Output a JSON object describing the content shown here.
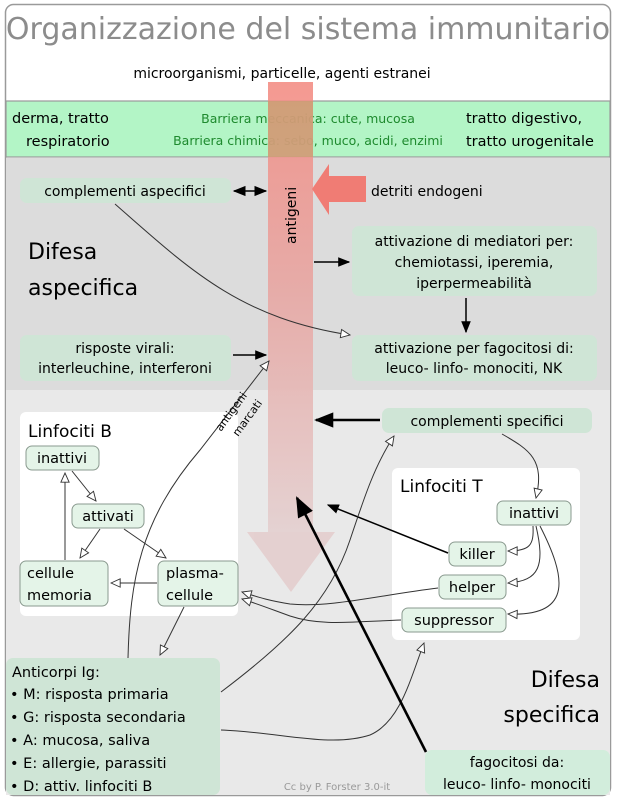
{
  "title": "Organizzazione del sistema immunitario",
  "top_label": "microorganismi, particelle, agenti estranei",
  "barrier": {
    "left_lines": [
      "derma, tratto",
      "respiratorio"
    ],
    "center_lines": [
      "Barriera meccanica: cute, mucosa",
      "Barriera chimica: sebo, muco, acidi, enzimi"
    ],
    "right_lines": [
      "tratto digestivo,",
      "tratto urogenitale"
    ]
  },
  "antigen_arrow_label": "antigeni",
  "debris_label": "detriti endogeni",
  "aspecific": {
    "heading_lines": [
      "Difesa",
      "aspecifica"
    ],
    "complement_label": "complementi aspecifici",
    "viral_lines": [
      "risposte virali:",
      "interleuchine, interferoni"
    ],
    "mediators_lines": [
      "attivazione di mediatori per:",
      "chemiotassi, iperemia,",
      "iperpermeabilità"
    ],
    "phagocytosis_lines": [
      "attivazione per fagocitosi di:",
      "leuco- linfo- monociti, NK"
    ]
  },
  "specific": {
    "heading_lines": [
      "Difesa",
      "specifica"
    ],
    "marked_antigens_lines": [
      "antigeni",
      "marcati"
    ],
    "complement_label": "complementi specifici",
    "b_cells": {
      "title": "Linfociti B",
      "inactive": "inattivi",
      "activated": "attivati",
      "memory_lines": [
        "cellule",
        "memoria"
      ],
      "plasma_lines": [
        "plasma-",
        "cellule"
      ]
    },
    "t_cells": {
      "title": "Linfociti T",
      "inactive": "inattivi",
      "killer": "killer",
      "helper": "helper",
      "suppressor": "suppressor"
    },
    "antibodies": {
      "title": "Anticorpi Ig:",
      "items": [
        "• M: risposta primaria",
        "• G: risposta secondaria",
        "• A: mucosa, saliva",
        "• E: allergie, parassiti",
        "• D: attiv. linfociti B"
      ]
    },
    "phagocytosis_lines": [
      "fagocitosi da:",
      "leuco- linfo- monociti"
    ]
  },
  "credit": "Cc by P. Forster 3.0-it",
  "colors": {
    "barrier_bg": "#b3f5c6",
    "aspecific_bg": "#dcdcdc",
    "specific_bg": "#e9e9e9",
    "box_green": "#cfe5d6",
    "node_green": "#e4f4e8",
    "antigen_red": "#f07c74",
    "barrier_text": "#1e8a2e"
  }
}
